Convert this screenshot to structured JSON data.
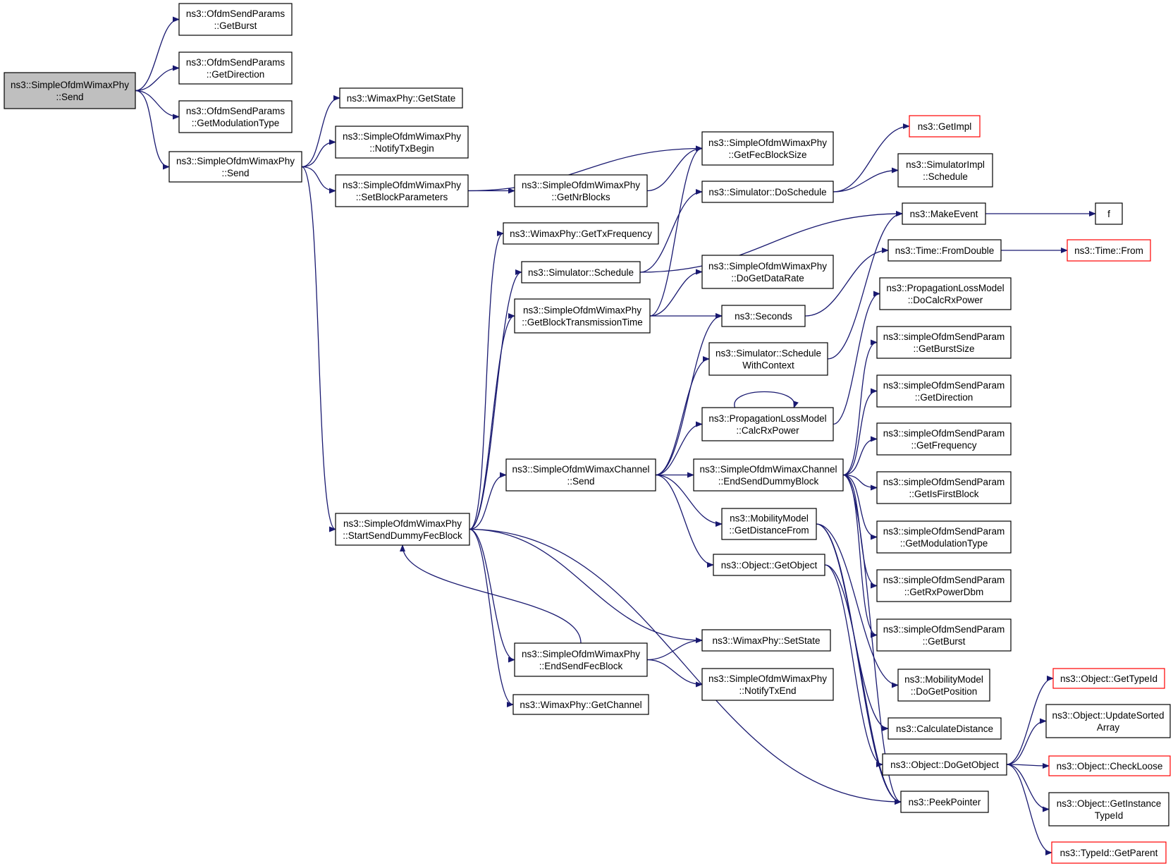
{
  "diagram": {
    "nodes": [
      {
        "id": "root",
        "lines": [
          "ns3::SimpleOfdmWimaxPhy",
          "::Send"
        ]
      },
      {
        "id": "getBurst",
        "lines": [
          "ns3::OfdmSendParams",
          "::GetBurst"
        ]
      },
      {
        "id": "getDirection",
        "lines": [
          "ns3::OfdmSendParams",
          "::GetDirection"
        ]
      },
      {
        "id": "getModType",
        "lines": [
          "ns3::OfdmSendParams",
          "::GetModulationType"
        ]
      },
      {
        "id": "phySend",
        "lines": [
          "ns3::SimpleOfdmWimaxPhy",
          "::Send"
        ]
      },
      {
        "id": "getState",
        "lines": [
          "ns3::WimaxPhy::GetState"
        ]
      },
      {
        "id": "notifyTxBegin",
        "lines": [
          "ns3::SimpleOfdmWimaxPhy",
          "::NotifyTxBegin"
        ]
      },
      {
        "id": "setBlockParams",
        "lines": [
          "ns3::SimpleOfdmWimaxPhy",
          "::SetBlockParameters"
        ]
      },
      {
        "id": "getNrBlocks",
        "lines": [
          "ns3::SimpleOfdmWimaxPhy",
          "::GetNrBlocks"
        ]
      },
      {
        "id": "getFecBlockSize",
        "lines": [
          "ns3::SimpleOfdmWimaxPhy",
          "::GetFecBlockSize"
        ]
      },
      {
        "id": "getTxFreq",
        "lines": [
          "ns3::WimaxPhy::GetTxFrequency"
        ]
      },
      {
        "id": "simSchedule",
        "lines": [
          "ns3::Simulator::Schedule"
        ]
      },
      {
        "id": "getBlockTxTime",
        "lines": [
          "ns3::SimpleOfdmWimaxPhy",
          "::GetBlockTransmissionTime"
        ]
      },
      {
        "id": "doSchedule",
        "lines": [
          "ns3::Simulator::DoSchedule"
        ]
      },
      {
        "id": "doGetDataRate",
        "lines": [
          "ns3::SimpleOfdmWimaxPhy",
          "::DoGetDataRate"
        ]
      },
      {
        "id": "seconds",
        "lines": [
          "ns3::Seconds"
        ]
      },
      {
        "id": "scheduleWithCtx",
        "lines": [
          "ns3::Simulator::Schedule",
          "WithContext"
        ]
      },
      {
        "id": "calcRxPower",
        "lines": [
          "ns3::PropagationLossModel",
          "::CalcRxPower"
        ]
      },
      {
        "id": "channelSend",
        "lines": [
          "ns3::SimpleOfdmWimaxChannel",
          "::Send"
        ]
      },
      {
        "id": "endSendDummy",
        "lines": [
          "ns3::SimpleOfdmWimaxChannel",
          "::EndSendDummyBlock"
        ]
      },
      {
        "id": "getDistanceFrom",
        "lines": [
          "ns3::MobilityModel",
          "::GetDistanceFrom"
        ]
      },
      {
        "id": "getObject",
        "lines": [
          "ns3::Object::GetObject"
        ]
      },
      {
        "id": "startSendDummy",
        "lines": [
          "ns3::SimpleOfdmWimaxPhy",
          "::StartSendDummyFecBlock"
        ]
      },
      {
        "id": "endSendFec",
        "lines": [
          "ns3::SimpleOfdmWimaxPhy",
          "::EndSendFecBlock"
        ]
      },
      {
        "id": "setState",
        "lines": [
          "ns3::WimaxPhy::SetState"
        ]
      },
      {
        "id": "notifyTxEnd",
        "lines": [
          "ns3::SimpleOfdmWimaxPhy",
          "::NotifyTxEnd"
        ]
      },
      {
        "id": "getChannel",
        "lines": [
          "ns3::WimaxPhy::GetChannel"
        ]
      },
      {
        "id": "getImpl",
        "lines": [
          "ns3::GetImpl"
        ],
        "style": "red"
      },
      {
        "id": "simImplSchedule",
        "lines": [
          "ns3::SimulatorImpl",
          "::Schedule"
        ]
      },
      {
        "id": "makeEvent",
        "lines": [
          "ns3::MakeEvent"
        ]
      },
      {
        "id": "f",
        "lines": [
          "f"
        ]
      },
      {
        "id": "fromDouble",
        "lines": [
          "ns3::Time::FromDouble"
        ]
      },
      {
        "id": "timeFrom",
        "lines": [
          "ns3::Time::From"
        ],
        "style": "red"
      },
      {
        "id": "doCalcRxPower",
        "lines": [
          "ns3::PropagationLossModel",
          "::DoCalcRxPower"
        ]
      },
      {
        "id": "spGetBurstSize",
        "lines": [
          "ns3::simpleOfdmSendParam",
          "::GetBurstSize"
        ]
      },
      {
        "id": "spGetDirection",
        "lines": [
          "ns3::simpleOfdmSendParam",
          "::GetDirection"
        ]
      },
      {
        "id": "spGetFrequency",
        "lines": [
          "ns3::simpleOfdmSendParam",
          "::GetFrequency"
        ]
      },
      {
        "id": "spGetIsFirstBlock",
        "lines": [
          "ns3::simpleOfdmSendParam",
          "::GetIsFirstBlock"
        ]
      },
      {
        "id": "spGetModType",
        "lines": [
          "ns3::simpleOfdmSendParam",
          "::GetModulationType"
        ]
      },
      {
        "id": "spGetRxPowerDbm",
        "lines": [
          "ns3::simpleOfdmSendParam",
          "::GetRxPowerDbm"
        ]
      },
      {
        "id": "spGetBurst",
        "lines": [
          "ns3::simpleOfdmSendParam",
          "::GetBurst"
        ]
      },
      {
        "id": "doGetPosition",
        "lines": [
          "ns3::MobilityModel",
          "::DoGetPosition"
        ]
      },
      {
        "id": "calcDistance",
        "lines": [
          "ns3::CalculateDistance"
        ]
      },
      {
        "id": "doGetObject",
        "lines": [
          "ns3::Object::DoGetObject"
        ]
      },
      {
        "id": "peekPointer",
        "lines": [
          "ns3::PeekPointer"
        ]
      },
      {
        "id": "getTypeId",
        "lines": [
          "ns3::Object::GetTypeId"
        ],
        "style": "red"
      },
      {
        "id": "updateSortedArray",
        "lines": [
          "ns3::Object::UpdateSorted",
          "Array"
        ]
      },
      {
        "id": "checkLoose",
        "lines": [
          "ns3::Object::CheckLoose"
        ],
        "style": "red"
      },
      {
        "id": "getInstanceTypeId",
        "lines": [
          "ns3::Object::GetInstance",
          "TypeId"
        ]
      },
      {
        "id": "typeIdGetParent",
        "lines": [
          "ns3::TypeId::GetParent"
        ],
        "style": "red"
      }
    ],
    "edges": [
      [
        "root",
        "getBurst"
      ],
      [
        "root",
        "getDirection"
      ],
      [
        "root",
        "getModType"
      ],
      [
        "root",
        "phySend"
      ],
      [
        "phySend",
        "getState"
      ],
      [
        "phySend",
        "notifyTxBegin"
      ],
      [
        "phySend",
        "setBlockParams"
      ],
      [
        "phySend",
        "startSendDummy"
      ],
      [
        "setBlockParams",
        "getFecBlockSize"
      ],
      [
        "setBlockParams",
        "getNrBlocks"
      ],
      [
        "getNrBlocks",
        "getFecBlockSize"
      ],
      [
        "startSendDummy",
        "getTxFreq"
      ],
      [
        "startSendDummy",
        "simSchedule"
      ],
      [
        "startSendDummy",
        "getBlockTxTime"
      ],
      [
        "startSendDummy",
        "channelSend"
      ],
      [
        "startSendDummy",
        "setState"
      ],
      [
        "startSendDummy",
        "getChannel"
      ],
      [
        "startSendDummy",
        "endSendFec"
      ],
      [
        "startSendDummy",
        "peekPointer"
      ],
      [
        "endSendFec",
        "startSendDummy"
      ],
      [
        "endSendFec",
        "setState"
      ],
      [
        "endSendFec",
        "notifyTxEnd"
      ],
      [
        "simSchedule",
        "doSchedule"
      ],
      [
        "simSchedule",
        "makeEvent"
      ],
      [
        "getBlockTxTime",
        "getFecBlockSize"
      ],
      [
        "getBlockTxTime",
        "doGetDataRate"
      ],
      [
        "getBlockTxTime",
        "seconds"
      ],
      [
        "doSchedule",
        "getImpl"
      ],
      [
        "doSchedule",
        "simImplSchedule"
      ],
      [
        "makeEvent",
        "f"
      ],
      [
        "fromDouble",
        "timeFrom"
      ],
      [
        "seconds",
        "fromDouble"
      ],
      [
        "scheduleWithCtx",
        "makeEvent"
      ],
      [
        "calcRxPower",
        "calcRxPower"
      ],
      [
        "calcRxPower",
        "doCalcRxPower"
      ],
      [
        "channelSend",
        "seconds"
      ],
      [
        "channelSend",
        "scheduleWithCtx"
      ],
      [
        "channelSend",
        "calcRxPower"
      ],
      [
        "channelSend",
        "endSendDummy"
      ],
      [
        "channelSend",
        "getDistanceFrom"
      ],
      [
        "channelSend",
        "getObject"
      ],
      [
        "endSendDummy",
        "spGetBurstSize"
      ],
      [
        "endSendDummy",
        "spGetDirection"
      ],
      [
        "endSendDummy",
        "spGetFrequency"
      ],
      [
        "endSendDummy",
        "spGetIsFirstBlock"
      ],
      [
        "endSendDummy",
        "spGetModType"
      ],
      [
        "endSendDummy",
        "spGetRxPowerDbm"
      ],
      [
        "endSendDummy",
        "spGetBurst"
      ],
      [
        "endSendDummy",
        "peekPointer"
      ],
      [
        "getDistanceFrom",
        "doGetPosition"
      ],
      [
        "getDistanceFrom",
        "calcDistance"
      ],
      [
        "getDistanceFrom",
        "peekPointer"
      ],
      [
        "getObject",
        "doGetObject"
      ],
      [
        "getObject",
        "peekPointer"
      ],
      [
        "doGetObject",
        "getTypeId"
      ],
      [
        "doGetObject",
        "updateSortedArray"
      ],
      [
        "doGetObject",
        "checkLoose"
      ],
      [
        "doGetObject",
        "getInstanceTypeId"
      ],
      [
        "doGetObject",
        "typeIdGetParent"
      ]
    ]
  }
}
